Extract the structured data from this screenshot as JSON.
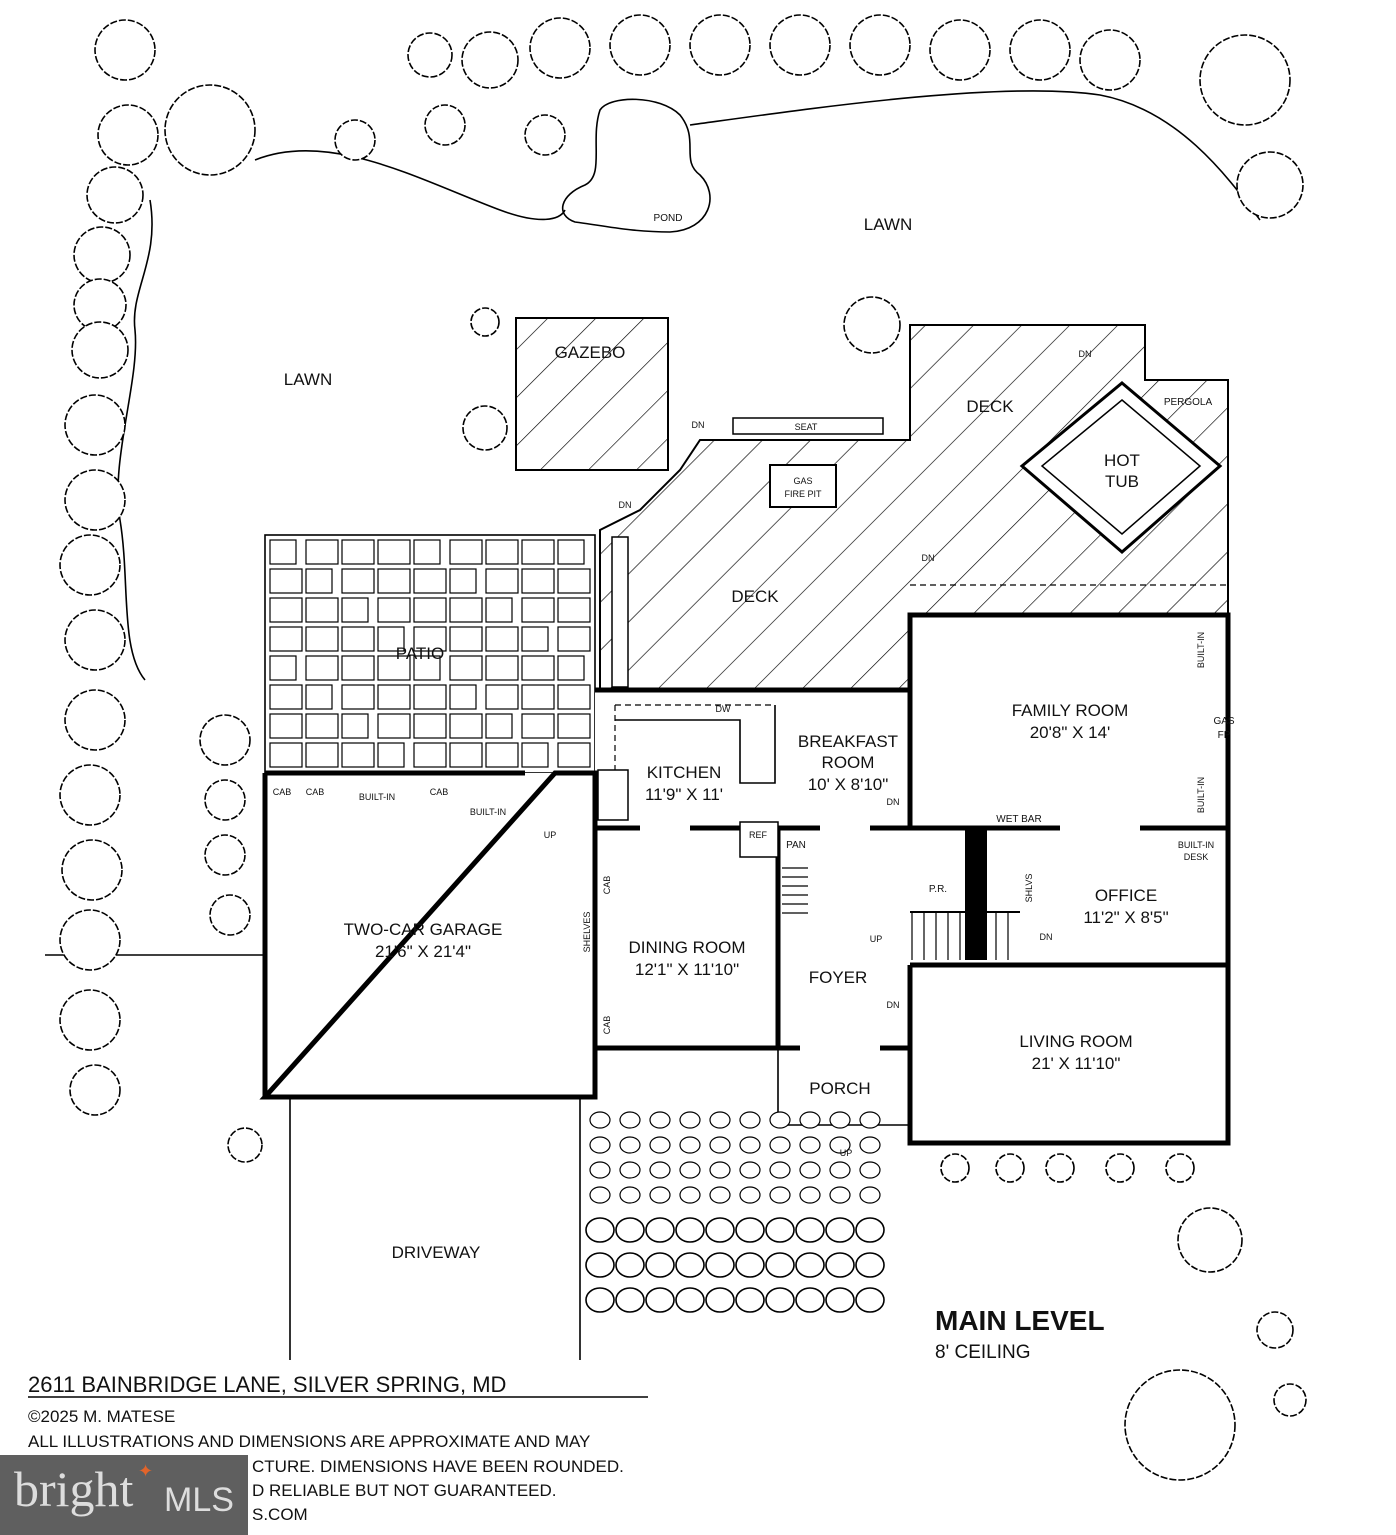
{
  "plan": {
    "level_title": "MAIN LEVEL",
    "ceiling": "8' CEILING",
    "rooms": {
      "lawn_top": "LAWN",
      "lawn_left": "LAWN",
      "pond": "POND",
      "gazebo": "GAZEBO",
      "deck_upper": "DECK",
      "deck_lower": "DECK",
      "pergola": "PERGOLA",
      "hot_tub_1": "HOT",
      "hot_tub_2": "TUB",
      "gas_fire_pit_1": "GAS",
      "gas_fire_pit_2": "FIRE PIT",
      "seat": "SEAT",
      "patio": "PATIO",
      "kitchen": "KITCHEN",
      "kitchen_dim": "11'9\" X 11'",
      "breakfast_1": "BREAKFAST",
      "breakfast_2": "ROOM",
      "breakfast_dim": "10' X 8'10\"",
      "family": "FAMILY ROOM",
      "family_dim": "20'8\" X 14'",
      "gas_fp_1": "GAS",
      "gas_fp_2": "FP",
      "built_in": "BUILT-IN",
      "built_in_desk_1": "BUILT-IN",
      "built_in_desk_2": "DESK",
      "wet_bar": "WET BAR",
      "powder": "P.R.",
      "shlvs": "SHLVS",
      "office": "OFFICE",
      "office_dim": "11'2\" X 8'5\"",
      "garage": "TWO-CAR GARAGE",
      "garage_dim": "21'6\" X 21'4\"",
      "cab": "CAB",
      "shelves": "SHELVES",
      "ref": "REF",
      "pan": "PAN",
      "dw": "DW",
      "dining": "DINING ROOM",
      "dining_dim": "12'1\" X 11'10\"",
      "foyer": "FOYER",
      "living": "LIVING ROOM",
      "living_dim": "21' X 11'10\"",
      "porch": "PORCH",
      "driveway": "DRIVEWAY",
      "up": "UP",
      "dn": "DN"
    }
  },
  "footer": {
    "address": "2611 BAINBRIDGE LANE, SILVER SPRING, MD",
    "copyright": "©2025 M. MATESE",
    "disclaimer_1": "ALL ILLUSTRATIONS AND DIMENSIONS ARE APPROXIMATE AND MAY",
    "disclaimer_2": "CTURE. DIMENSIONS HAVE BEEN ROUNDED.",
    "disclaimer_3": "D RELIABLE BUT NOT GUARANTEED.",
    "disclaimer_4": "S.COM"
  },
  "watermark": {
    "brand": "bright",
    "suffix": "MLS",
    "accent": "#e2642a",
    "bg": "#5f5f5f"
  }
}
